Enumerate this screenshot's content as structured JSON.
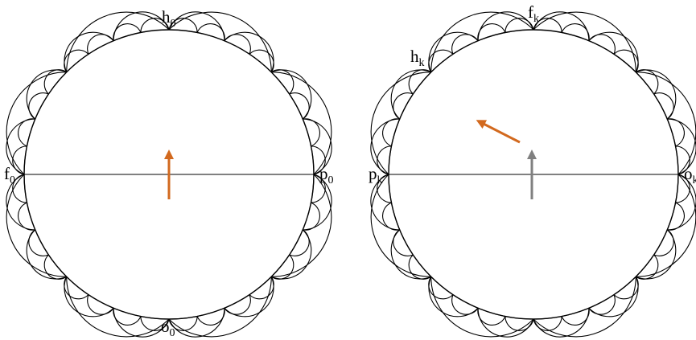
{
  "left_disk": {
    "labels": {
      "top": {
        "base": "h",
        "sub": "0"
      },
      "left": {
        "base": "f",
        "sub": "0"
      },
      "right": {
        "base": "p",
        "sub": "0"
      },
      "bottom": {
        "base": "o",
        "sub": "0"
      }
    },
    "arrow_color": "#d2691e"
  },
  "right_disk": {
    "labels": {
      "top": {
        "base": "f",
        "sub": "k"
      },
      "upperleft": {
        "base": "h",
        "sub": "k"
      },
      "left": {
        "base": "p",
        "sub": "k"
      },
      "right": {
        "base": "o",
        "sub": "k"
      }
    },
    "arrow_color": "#d2691e",
    "ghost_arrow_color": "#808080"
  }
}
